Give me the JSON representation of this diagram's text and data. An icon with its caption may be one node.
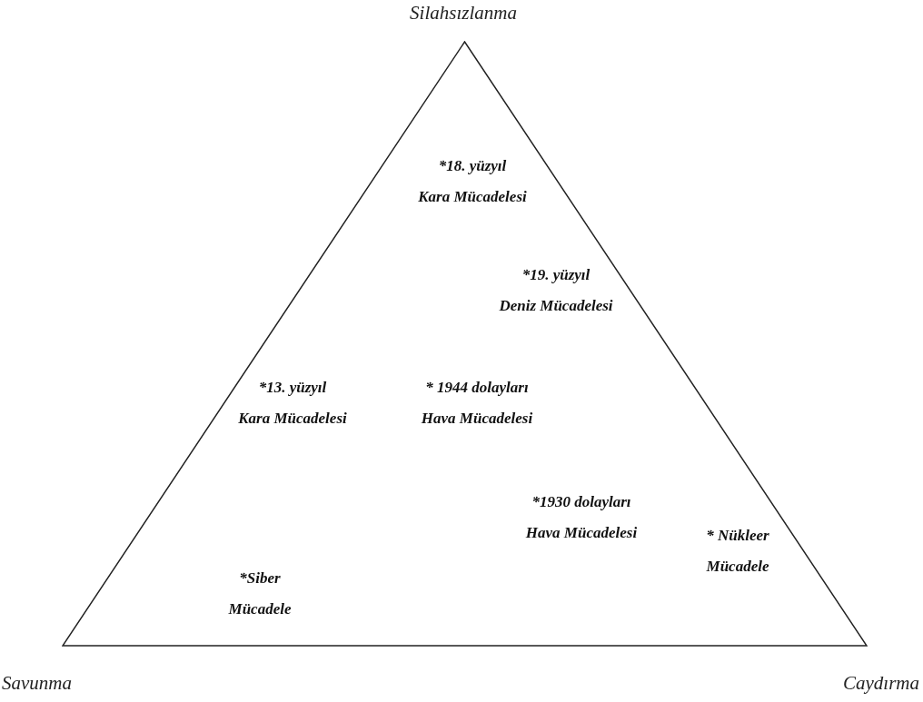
{
  "diagram": {
    "nodes": [
      {
        "text": [
          "*18. yüzyıl Kara Mücadelesi",
          "*19. yüzyıl Deniz Mücadelesi",
          "*13. yüzyıl Kara Mücadelesi",
          "* 1944 dolayları Hava Mücadelesi",
          "*1930 dolayları Hava Mücadelesi",
          "* Nükleer Mücadele",
          "*Siber Mücadele"
        ]
      }
    ],
    "labels": [
      "Silahsızlanma",
      "Savunma",
      "Caydırma"
    ]
  }
}
